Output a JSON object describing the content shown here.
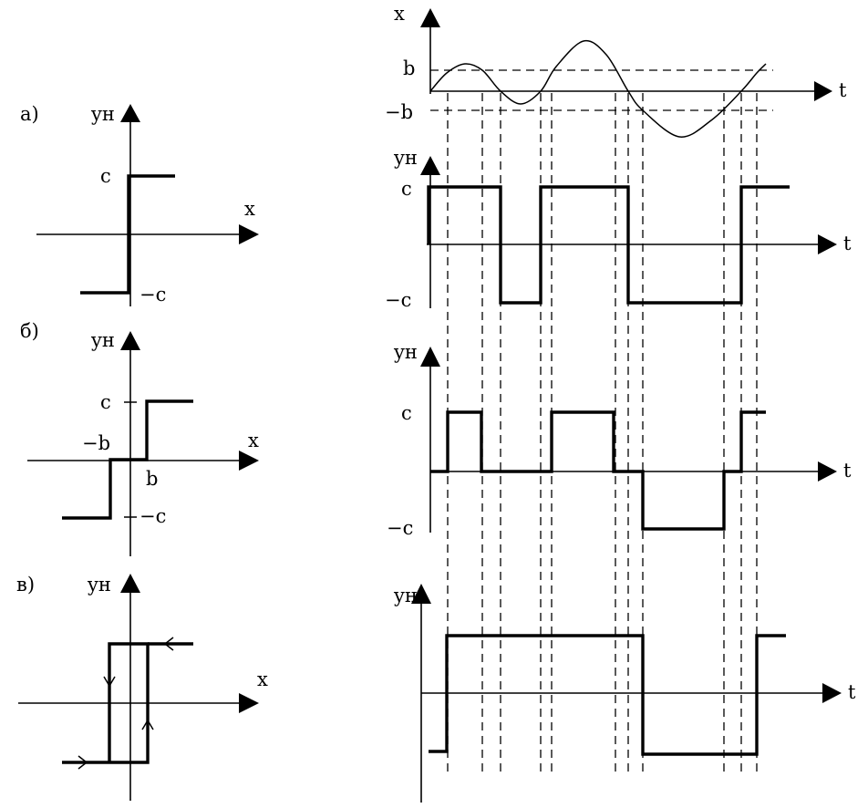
{
  "left_panels": {
    "a": {
      "tag": "a)",
      "y_label": "yн",
      "x_label": "x",
      "c_label": "c",
      "neg_c_label": "−c"
    },
    "b": {
      "tag": "б)",
      "y_label": "yн",
      "x_label": "x",
      "c_label": "c",
      "neg_c_label": "−c",
      "neg_b_label": "−b",
      "b_label": "b"
    },
    "v": {
      "tag": "в)",
      "y_label": "yн",
      "x_label": "x"
    }
  },
  "right_panels": {
    "input": {
      "y_label": "x",
      "t_label": "t",
      "b_label": "b",
      "neg_b_label": "−b"
    },
    "out1": {
      "y_label": "yн",
      "t_label": "t",
      "c_label": "c",
      "neg_c_label": "−c"
    },
    "out2": {
      "y_label": "yн",
      "t_label": "t",
      "c_label": "c",
      "neg_c_label": "−c"
    },
    "out3": {
      "y_label": "yн",
      "t_label": "t"
    }
  }
}
